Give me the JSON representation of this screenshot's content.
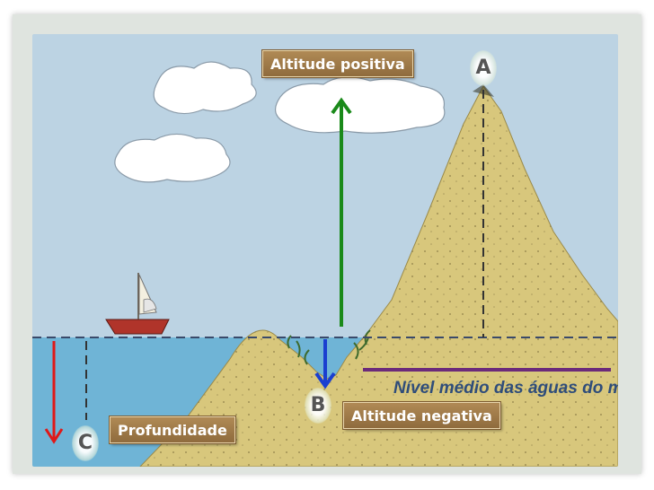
{
  "labels": {
    "positive": "Altitude positiva",
    "negative": "Altitude negativa",
    "depth": "Profundidade"
  },
  "markers": {
    "a": "A",
    "b": "B",
    "c": "C"
  },
  "sea_level_caption": "Nível médio das águas do mar",
  "colors": {
    "sky": "#bcd3e3",
    "sea": "#6fb4d6",
    "sand": "#d8c77c",
    "arrow_positive": "#1a8a1a",
    "arrow_negative": "#1a3fd0",
    "arrow_depth": "#e01818",
    "sea_level_line": "#6b2a7a",
    "label_bg": "#9c7a47"
  }
}
